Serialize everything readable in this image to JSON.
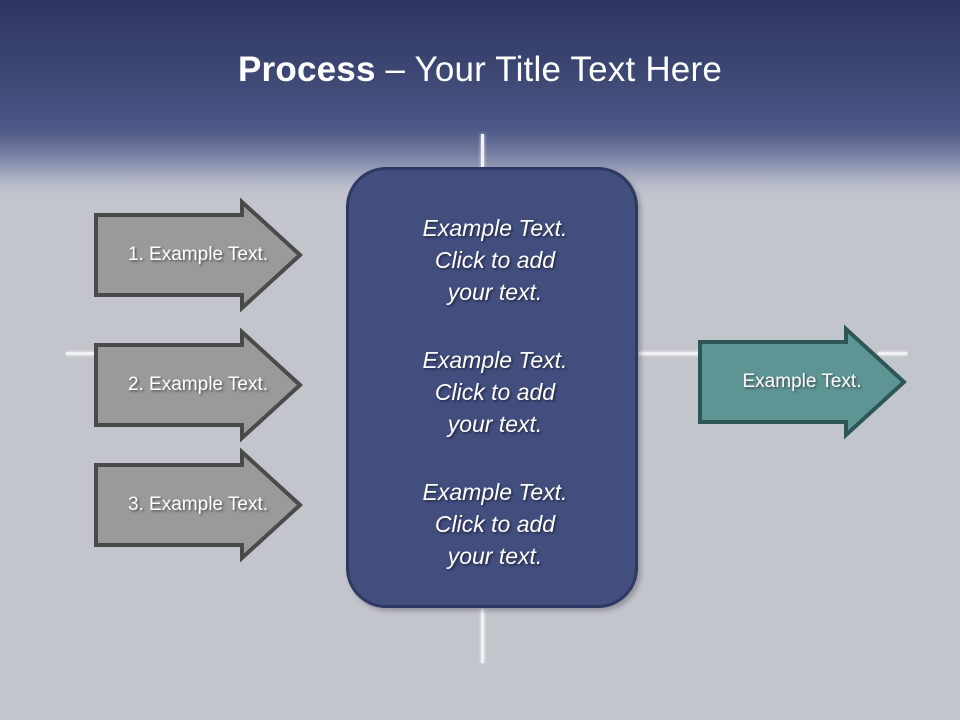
{
  "slide": {
    "title": {
      "bold_part": "Process",
      "regular_part": " – Your Title Text Here"
    },
    "background": {
      "top_color": "#2b3560",
      "mid_color": "#4d5887",
      "bottom_color": "#c3c5cd"
    }
  },
  "input_arrows": [
    {
      "label": "1. Example Text.",
      "fill": "#9a9a9a",
      "border": "#4a4a4a"
    },
    {
      "label": "2. Example Text.",
      "fill": "#9a9a9a",
      "border": "#4a4a4a"
    },
    {
      "label": "3. Example Text.",
      "fill": "#9a9a9a",
      "border": "#4a4a4a"
    }
  ],
  "process_box": {
    "fill": "#414e7e",
    "border": "#2c3962",
    "paragraphs": [
      "Example Text.\nClick  to add\nyour text.",
      "Example Text.\nClick  to add\nyour text.",
      "Example Text.\nClick  to add\nyour text."
    ]
  },
  "output_arrow": {
    "label": "Example Text.",
    "fill": "#5d9494",
    "border": "#2f5656"
  }
}
